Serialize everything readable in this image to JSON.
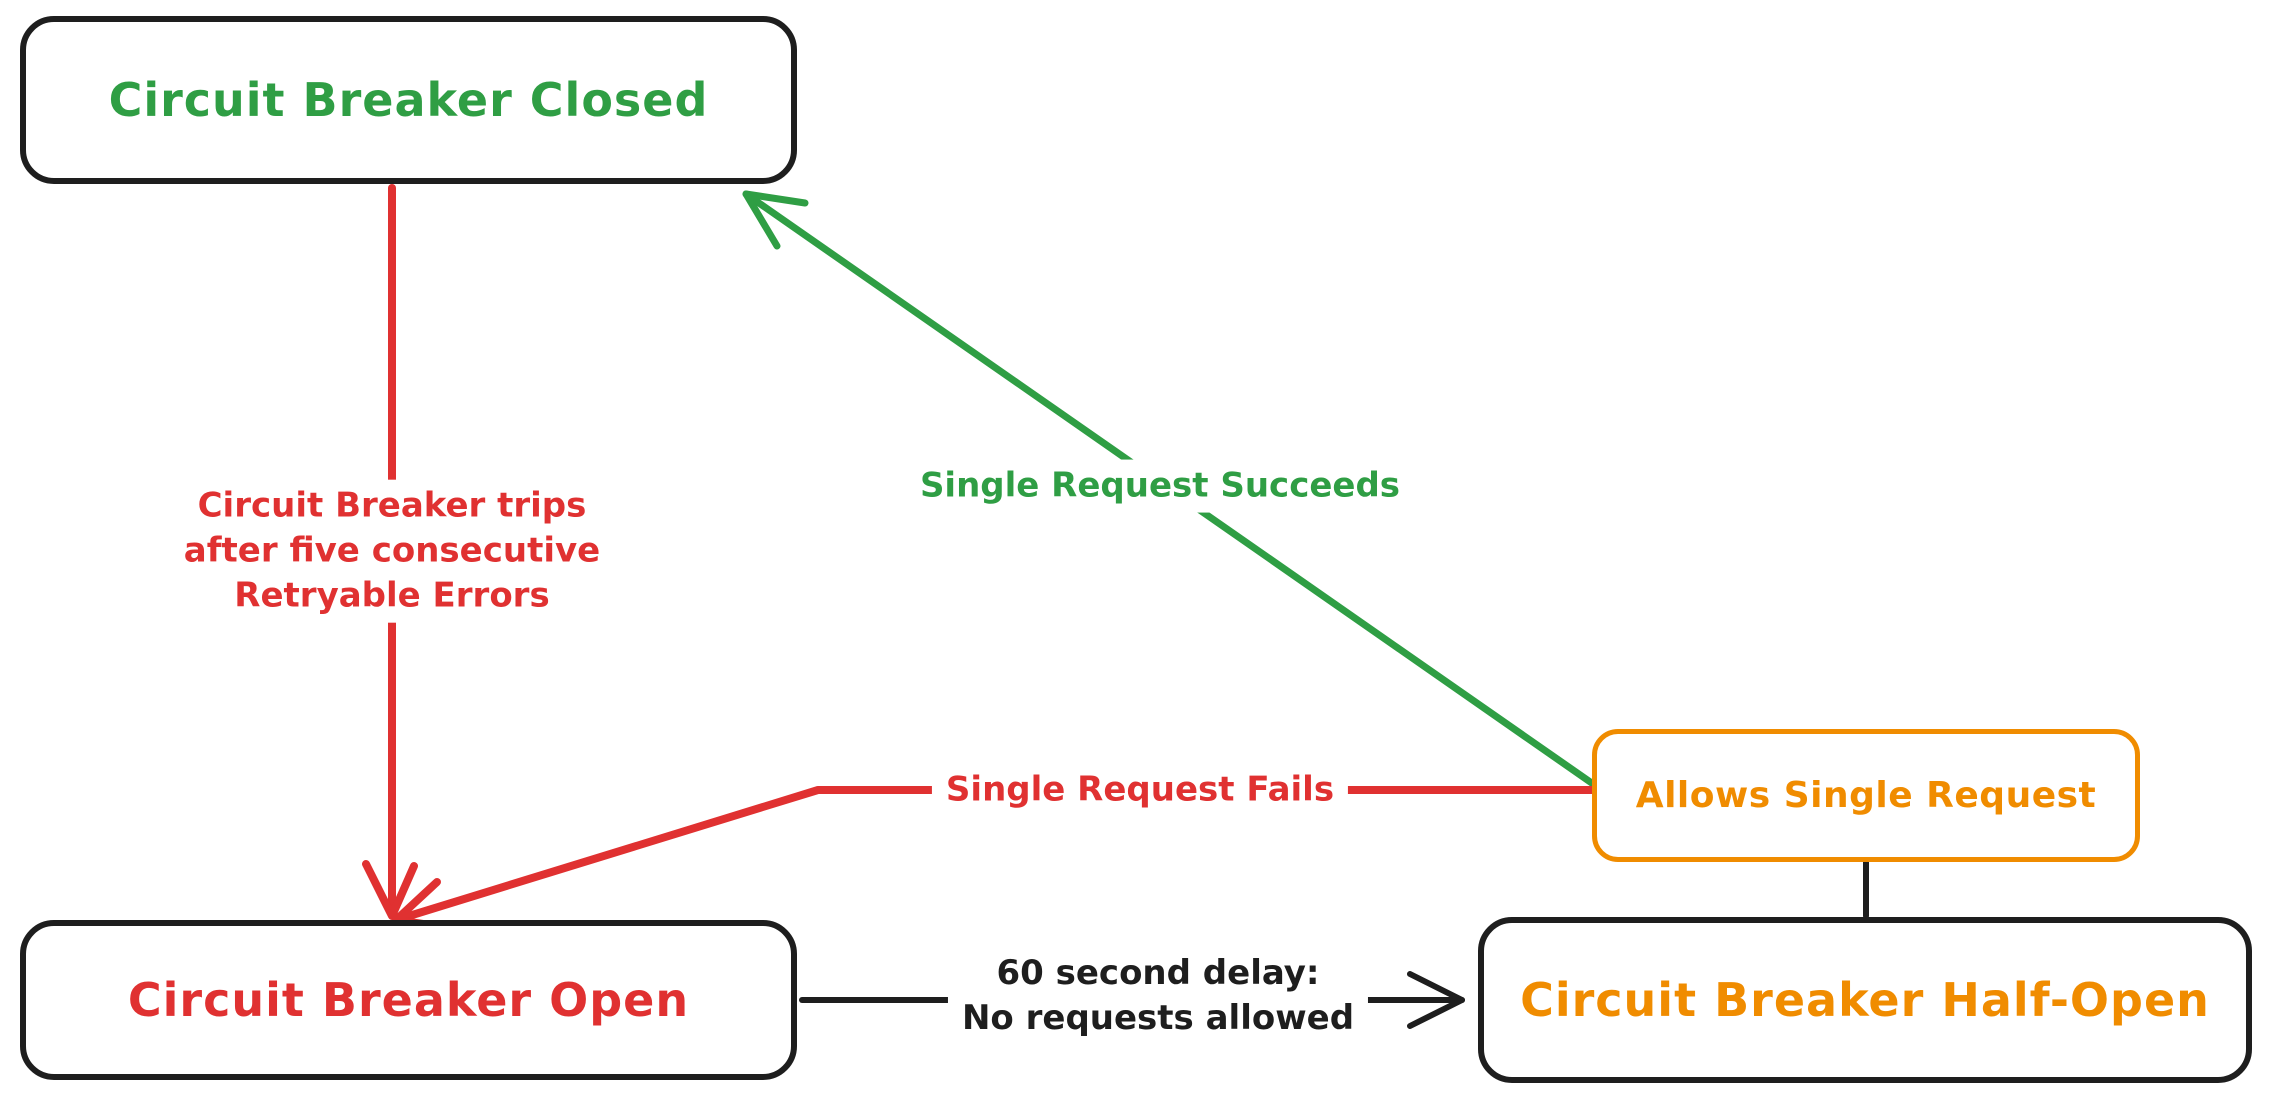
{
  "diagram": {
    "title": "Circuit Breaker state diagram",
    "colors": {
      "green": "#2f9e44",
      "red": "#e03131",
      "orange": "#f08c00",
      "black": "#1e1e1e",
      "background": "#ffffff"
    },
    "nodes": {
      "closed": {
        "label": "Circuit Breaker Closed",
        "text_color": "#2f9e44",
        "border_color": "#1e1e1e"
      },
      "open": {
        "label": "Circuit Breaker Open",
        "text_color": "#e03131",
        "border_color": "#1e1e1e"
      },
      "half_open": {
        "label": "Circuit Breaker Half-Open",
        "text_color": "#f08c00",
        "border_color": "#1e1e1e"
      },
      "allows": {
        "label": "Allows Single Request",
        "text_color": "#f08c00",
        "border_color": "#f08c00"
      }
    },
    "edges": {
      "trips": {
        "from": "closed",
        "to": "open",
        "color": "#e03131",
        "lines": [
          "Circuit Breaker trips",
          "after five consecutive",
          "Retryable Errors"
        ]
      },
      "succeeds": {
        "from": "allows",
        "to": "closed",
        "color": "#2f9e44",
        "label": "Single Request Succeeds"
      },
      "fails": {
        "from": "allows",
        "to": "open",
        "color": "#e03131",
        "label": "Single Request Fails"
      },
      "delay": {
        "from": "open",
        "to": "half_open",
        "color": "#1e1e1e",
        "lines": [
          "60 second delay:",
          "No requests allowed"
        ]
      },
      "allows_link": {
        "from": "half_open",
        "to": "allows",
        "color": "#1e1e1e",
        "label": ""
      }
    }
  }
}
